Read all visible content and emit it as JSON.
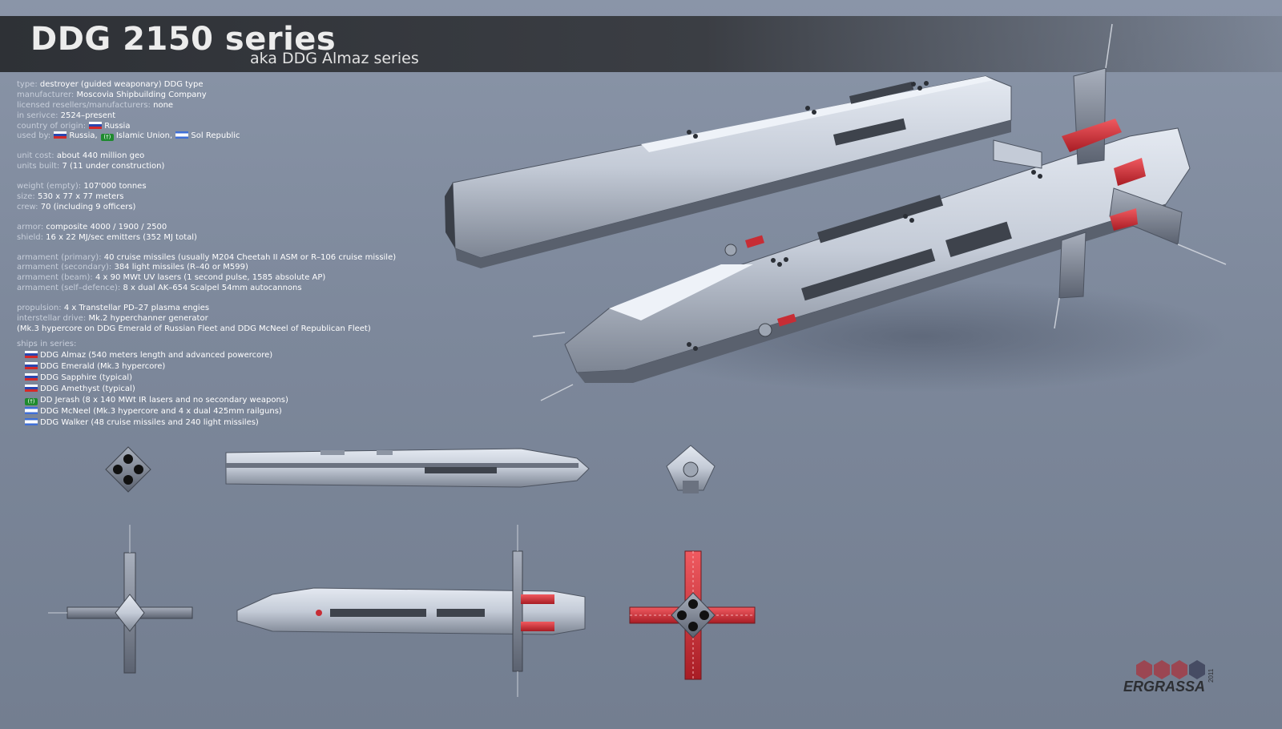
{
  "title": "DDG 2150 series",
  "subtitle": "aka DDG Almaz series",
  "specs": {
    "type": {
      "label": "type:",
      "value": "destroyer (guided weaponary) DDG type"
    },
    "manufacturer": {
      "label": "manufacturer:",
      "value": "Moscovia Shipbuilding Company"
    },
    "licensed": {
      "label": "licensed resellers/manufacturers:",
      "value": "none"
    },
    "in_service": {
      "label": "in serivce:",
      "value": "2524–present"
    },
    "country": {
      "label": "country of origin:",
      "value": "Russia"
    },
    "used_by": {
      "label": "used by:",
      "v1": "Russia,",
      "v2": "Islamic Union,",
      "v3": "Sol Republic"
    },
    "unit_cost": {
      "label": "unit cost:",
      "value": "about 440 million geo"
    },
    "units_built": {
      "label": "units built:",
      "value": "7 (11 under construction)"
    },
    "weight": {
      "label": "weight (empty):",
      "value": "107'000 tonnes"
    },
    "size": {
      "label": "size:",
      "value": "530 x 77 x 77 meters"
    },
    "crew": {
      "label": "crew:",
      "value": "70 (including 9 officers)"
    },
    "armor": {
      "label": "armor:",
      "value": "composite 4000 / 1900 / 2500"
    },
    "shield": {
      "label": "shield:",
      "value": "16 x 22 MJ/sec emitters (352 MJ total)"
    },
    "arm_primary": {
      "label": "armament (primary):",
      "value": "40 cruise missiles (usually M204 Cheetah II ASM or R–106 cruise missile)"
    },
    "arm_secondary": {
      "label": "armament (secondary):",
      "value": "384 light missiles (R–40 or M599)"
    },
    "arm_beam": {
      "label": "armament (beam):",
      "value": "4 x 90 MWt UV lasers (1 second pulse, 1585 absolute AP)"
    },
    "arm_self": {
      "label": "armament (self–defence):",
      "value": "8 x dual AK–654 Scalpel 54mm autocannons"
    },
    "propulsion": {
      "label": "propulsion:",
      "value": "4 x Transtellar PD–27 plasma engies"
    },
    "interstellar": {
      "label": "interstellar drive:",
      "value": "Mk.2 hyperchanner generator"
    },
    "hypercore_note": "(Mk.3 hypercore on DDG Emerald of Russian Fleet and DDG McNeel of Republican Fleet)",
    "ships_label": "ships in series:"
  },
  "ships": [
    {
      "flag": "ru",
      "name": "DDG Almaz (540 meters length and advanced powercore)"
    },
    {
      "flag": "ru",
      "name": "DDG Emerald (Mk.3 hypercore)"
    },
    {
      "flag": "ru",
      "name": "DDG Sapphire (typical)"
    },
    {
      "flag": "ru",
      "name": "DDG Amethyst (typical)"
    },
    {
      "flag": "iu",
      "name": "DD Jerash (8 x 140 MWt IR lasers and no secondary weapons)"
    },
    {
      "flag": "sol",
      "name": "DDG McNeel (Mk.3 hypercore and 4 x dual 425mm railguns)"
    },
    {
      "flag": "sol",
      "name": "DDG Walker (48 cruise missiles and 240 light missiles)"
    }
  ],
  "iu_symbol": "(†)",
  "logo": {
    "text": "ERGRASSA",
    "year": "2011"
  },
  "colors": {
    "background": "#7d889b",
    "hull": "#c9d0dc",
    "hull_shadow": "#5a606c",
    "engine_red": "#d8333a",
    "header": "#33363b"
  }
}
